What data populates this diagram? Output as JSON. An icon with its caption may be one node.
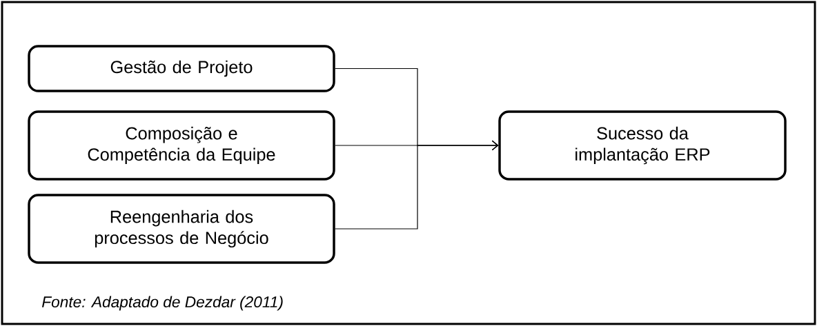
{
  "diagram": {
    "caption": "Fonte: Adaptado de Dezdar (2011)",
    "nodes": [
      {
        "text": [
          "Gestão de Projeto"
        ]
      },
      {
        "text": [
          "Composição e Competência da Equipe"
        ]
      },
      {
        "text": [
          "Reengenharia dos processos de Negócio"
        ]
      },
      {
        "text": [
          "Sucesso da implantação ERP"
        ]
      }
    ],
    "edges": [
      {
        "from": 0,
        "to": 3,
        "arrow": "to"
      },
      {
        "from": 1,
        "to": 3,
        "arrow": "to"
      },
      {
        "from": 2,
        "to": 3,
        "arrow": "to"
      }
    ]
  }
}
